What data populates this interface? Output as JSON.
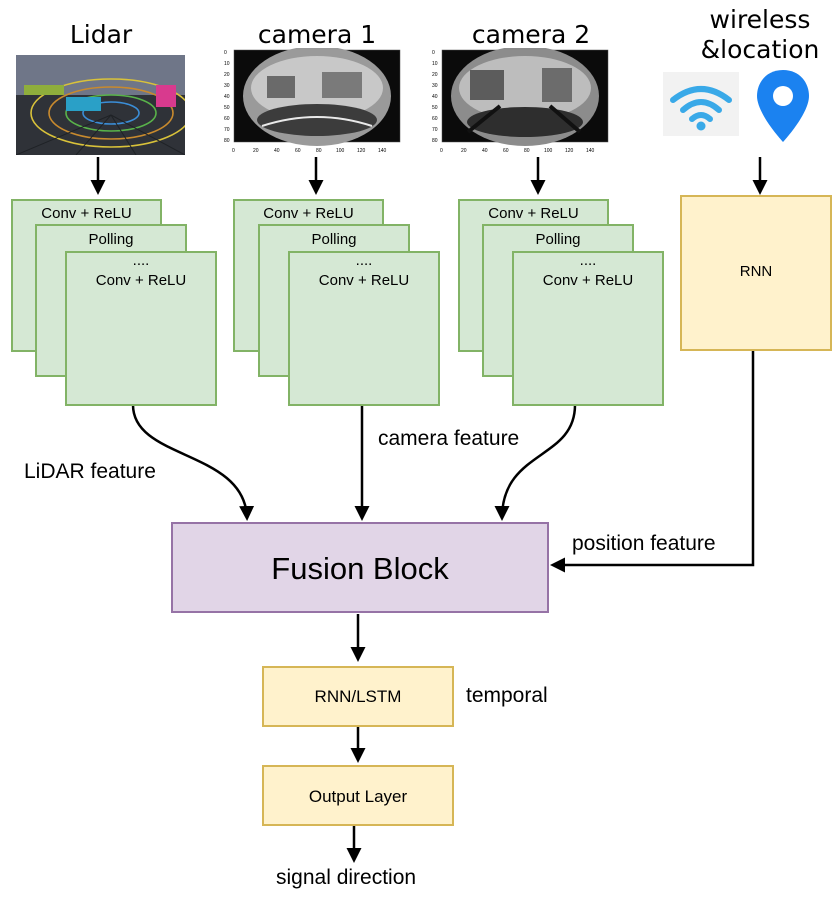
{
  "inputs": {
    "lidar_title": "Lidar",
    "camera1_title": "camera 1",
    "camera2_title": "camera 2",
    "wireless_title_line1": "wireless",
    "wireless_title_line2": "&location"
  },
  "cnn_layers": {
    "layer1": "Conv + ReLU",
    "layer2": "Polling",
    "dots": "....",
    "layer3": "Conv + ReLU"
  },
  "rnn_block": "RNN",
  "features": {
    "lidar": "LiDAR feature",
    "camera": "camera feature",
    "position": "position feature"
  },
  "fusion_block": "Fusion Block",
  "temporal_block": "RNN/LSTM",
  "temporal_label": "temporal",
  "output_block": "Output Layer",
  "output_label": "signal direction",
  "camera_axis": {
    "x_ticks": [
      "0",
      "20",
      "40",
      "60",
      "80",
      "100",
      "120",
      "140"
    ],
    "y_ticks": [
      "0",
      "10",
      "20",
      "30",
      "40",
      "50",
      "60",
      "70",
      "80"
    ]
  },
  "colors": {
    "wifi": "#39a9e8",
    "location": "#1b82f0"
  }
}
